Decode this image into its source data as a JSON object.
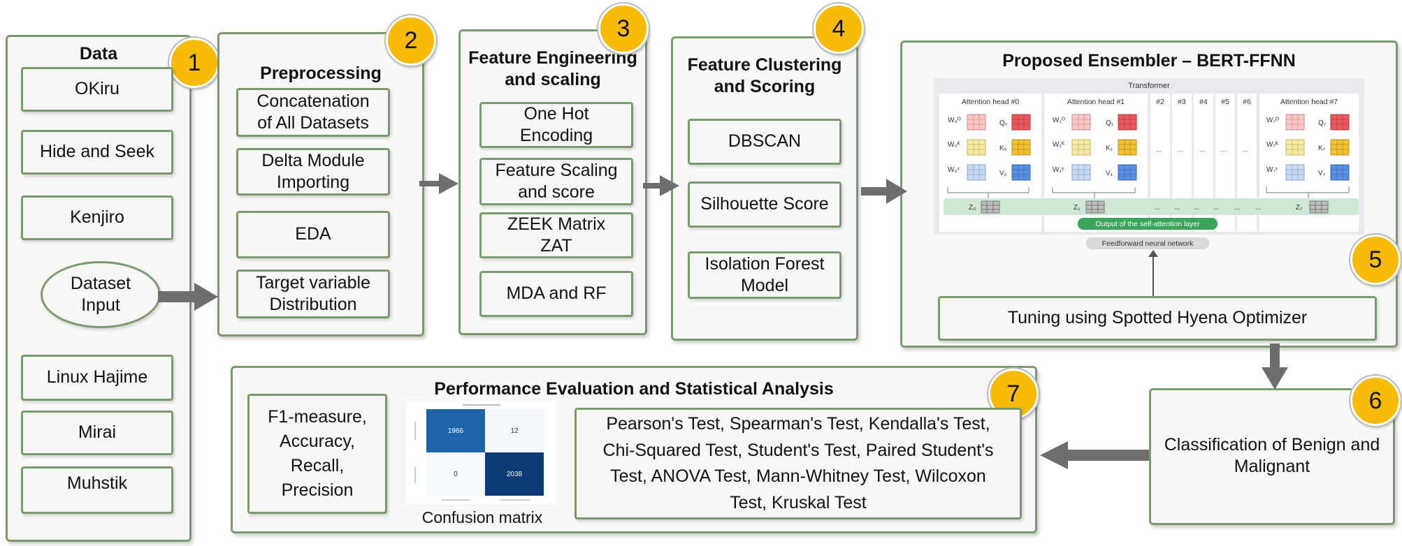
{
  "steps": {
    "data": {
      "title": "Data",
      "badge": "1",
      "items": [
        "OKiru",
        "Hide and Seek",
        "Kenjiro",
        "Dataset\nInput",
        "Linux Hajime",
        "Mirai",
        "Muhstik"
      ]
    },
    "preprocessing": {
      "title": "Preprocessing",
      "badge": "2",
      "items": [
        "Concatenation\nof All Datasets",
        "Delta Module\nImporting",
        "EDA",
        "Target variable\nDistribution"
      ]
    },
    "feature_engineering": {
      "title": "Feature Engineering\nand scaling",
      "badge": "3",
      "items": [
        "One Hot\nEncoding",
        "Feature Scaling\nand score",
        "ZEEK Matrix\nZAT",
        "MDA and RF"
      ]
    },
    "feature_clustering": {
      "title": "Feature Clustering\nand Scoring",
      "badge": "4",
      "items": [
        "DBSCAN",
        "Silhouette Score",
        "Isolation Forest\nModel"
      ]
    },
    "ensembler": {
      "title": "Proposed Ensembler – BERT-FFNN",
      "badge": "5",
      "tuning": "Tuning using Spotted Hyena Optimizer",
      "transformer": {
        "label": "Transformer",
        "heads": [
          "Attention head #0",
          "Attention head #1",
          "#2",
          "#3",
          "#4",
          "#5",
          "#6",
          "Attention head #7"
        ],
        "output_label": "Output of the self-attention layer",
        "ffnn_label": "Feedforward neural network"
      }
    },
    "classification": {
      "badge": "6",
      "text": "Classification of Benign and\nMalignant"
    },
    "evaluation": {
      "title": "Performance Evaluation and Statistical Analysis",
      "badge": "7",
      "metrics": "F1-measure,\nAccuracy,\nRecall,\nPrecision",
      "confusion_caption": "Confusion matrix",
      "confusion_values": [
        "1966",
        "12",
        "0",
        "2038"
      ],
      "tests": "Pearson's Test, Spearman's Test, Kendalla's Test,\nChi-Squared  Test, Student's Test, Paired Student's\nTest,   ANOVA Test, Mann-Whitney Test, Wilcoxon\nTest, Kruskal Test"
    }
  },
  "colors": {
    "border": "#7a9c6c",
    "badge": "#f7bb08",
    "arrow": "#6e6e6e",
    "green_bar": "#3aa55a"
  }
}
